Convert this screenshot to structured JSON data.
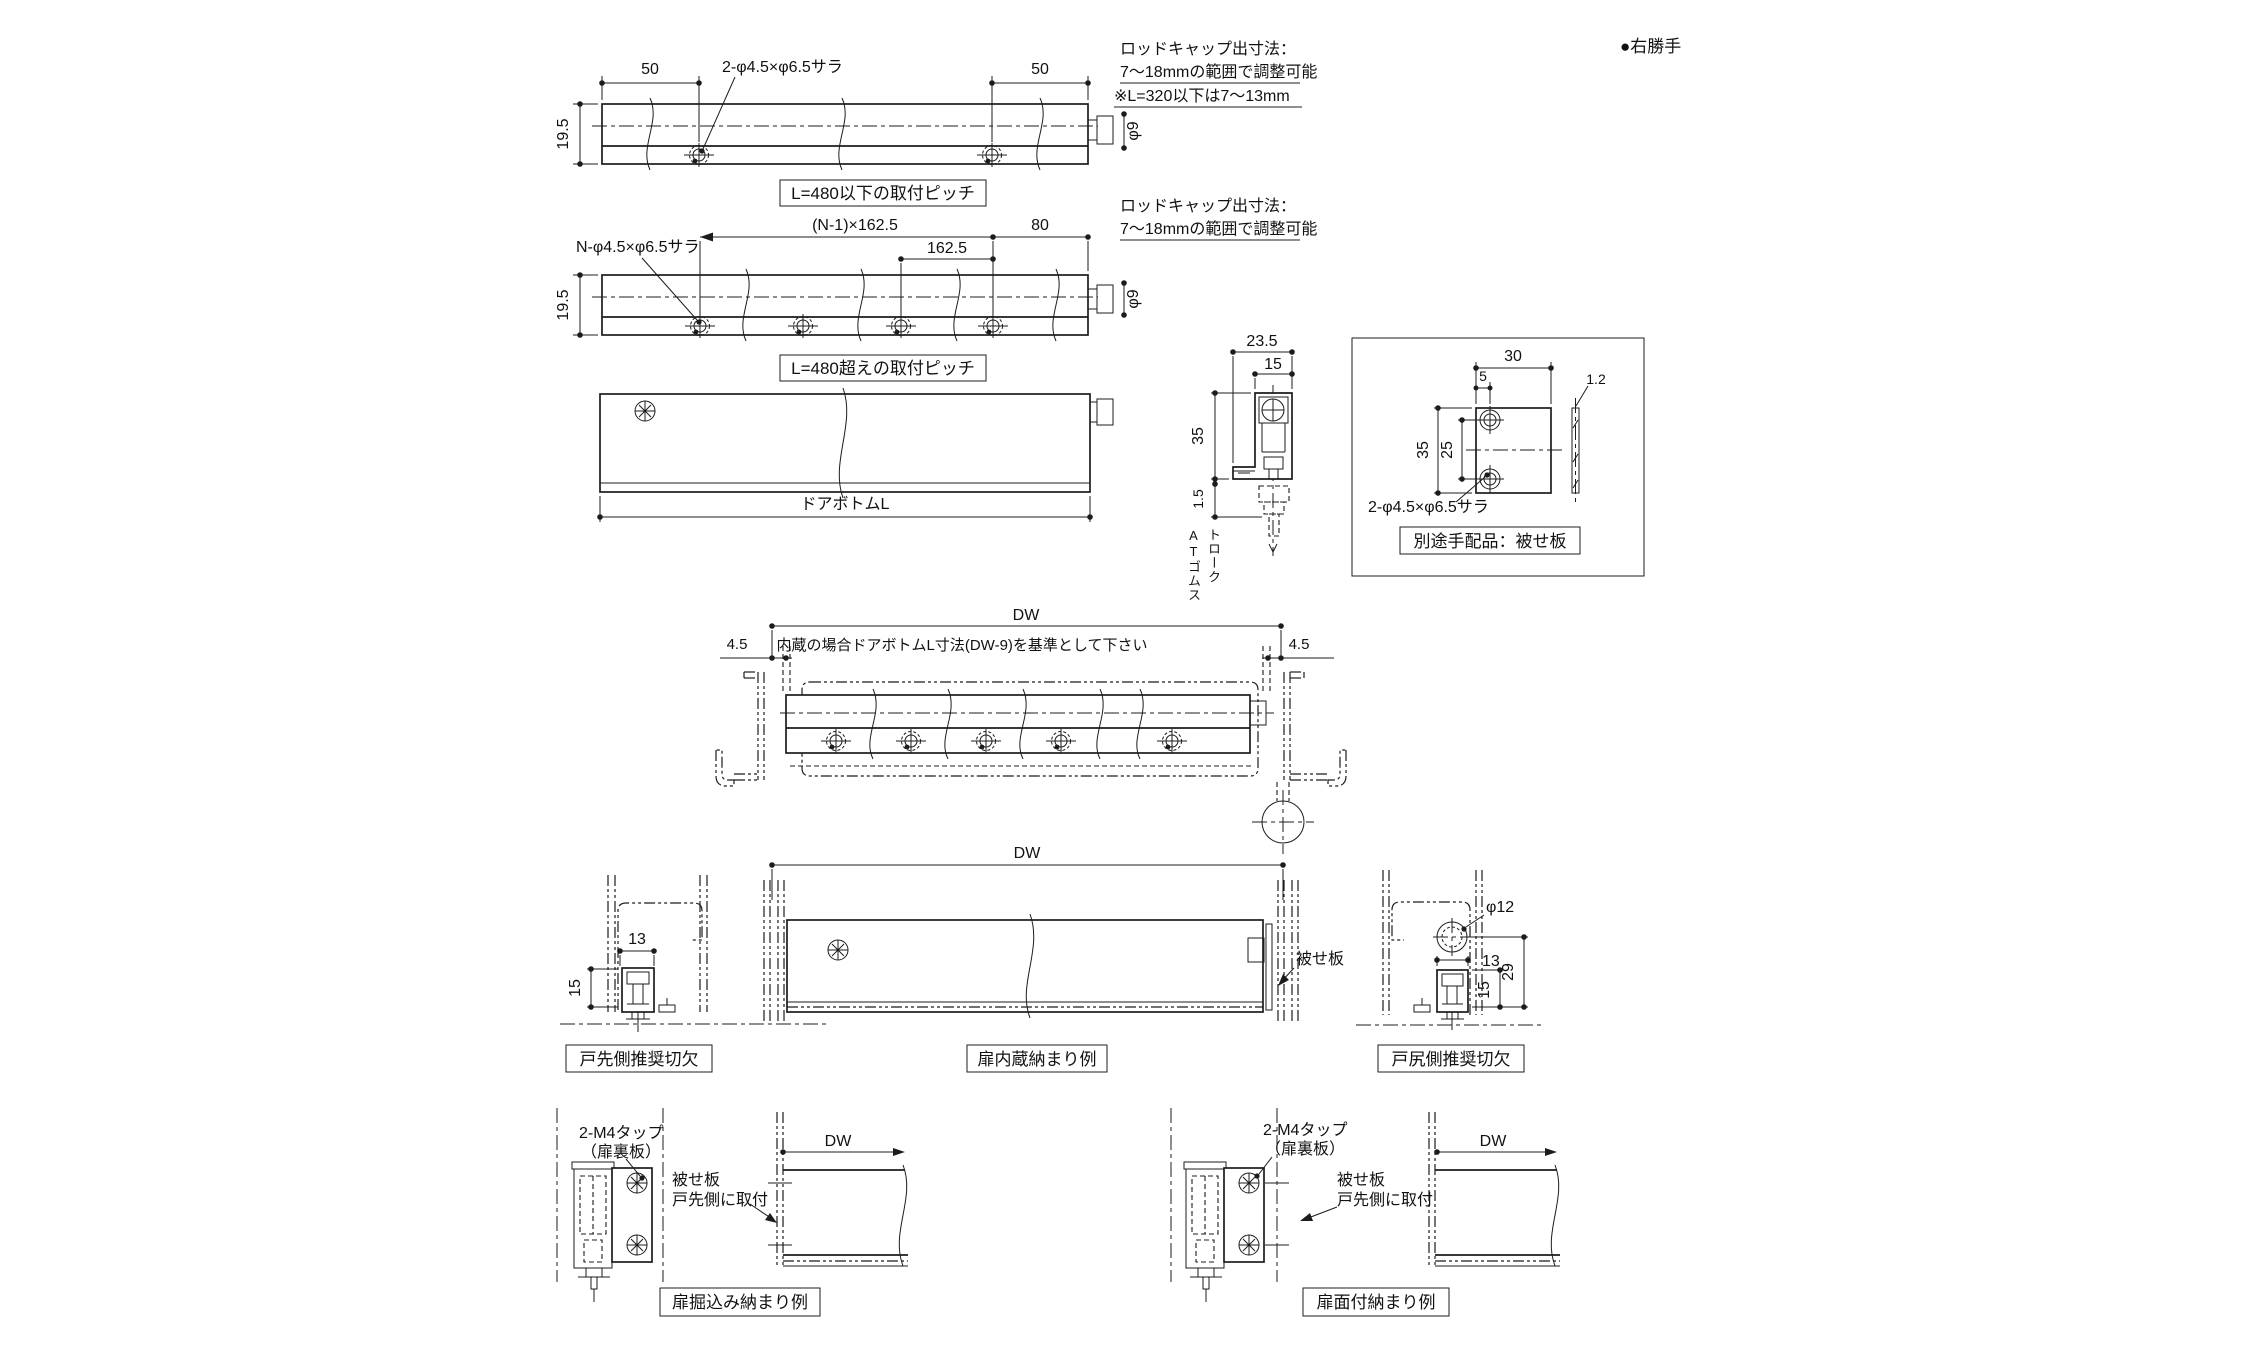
{
  "page": {
    "handedness": "●右勝手"
  },
  "railA": {
    "d50": "50",
    "holes": "2-φ4.5×φ6.5サラ",
    "h": "19.5",
    "rod": "φ9",
    "caption": "L=480以下の取付ピッチ",
    "note1": "ロッドキャップ出寸法：",
    "note2": "7～18mmの範囲で調整可能",
    "note3": "※L=320以下は7～13mm"
  },
  "railB": {
    "holes": "N-φ4.5×φ6.5サラ",
    "total": "(N-1)×162.5",
    "pitch": "162.5",
    "end": "80",
    "h": "19.5",
    "rod": "φ9",
    "caption": "L=480超えの取付ピッチ",
    "note1": "ロッドキャップ出寸法：",
    "note2": "7～18mmの範囲で調整可能"
  },
  "front": {
    "label": "ドアボトムL"
  },
  "section": {
    "w": "23.5",
    "inner": "15",
    "h": "35",
    "gap": "1.5",
    "stroke1": "ATゴムス",
    "stroke2": "トローク"
  },
  "plate": {
    "w": "30",
    "off": "5",
    "t": "1.2",
    "h": "35",
    "p": "25",
    "holes": "2-φ4.5×φ6.5サラ",
    "caption": "別途手配品：被せ板"
  },
  "plan": {
    "dw": "DW",
    "note": "内蔵の場合ドアボトムL寸法(DW-9)を基準として下さい",
    "gap": "4.5"
  },
  "builtin": {
    "dw": "DW",
    "cover": "被せ板",
    "caption": "扉内蔵納まり例"
  },
  "notchFront": {
    "w": "13",
    "h": "15",
    "caption": "戸先側推奨切欠"
  },
  "notchRear": {
    "rod": "φ12",
    "w": "13",
    "total": "29",
    "h": "15",
    "caption": "戸尻側推奨切欠"
  },
  "mortise": {
    "tap": "2-M4タップ",
    "tap2": "（扉裏板）",
    "cover1": "被せ板",
    "cover2": "戸先側に取付",
    "dw": "DW",
    "caption": "扉掘込み納まり例"
  },
  "surface": {
    "tap": "2-M4タップ",
    "tap2": "（扉裏板）",
    "cover1": "被せ板",
    "cover2": "戸先側に取付",
    "dw": "DW",
    "caption": "扉面付納まり例"
  }
}
